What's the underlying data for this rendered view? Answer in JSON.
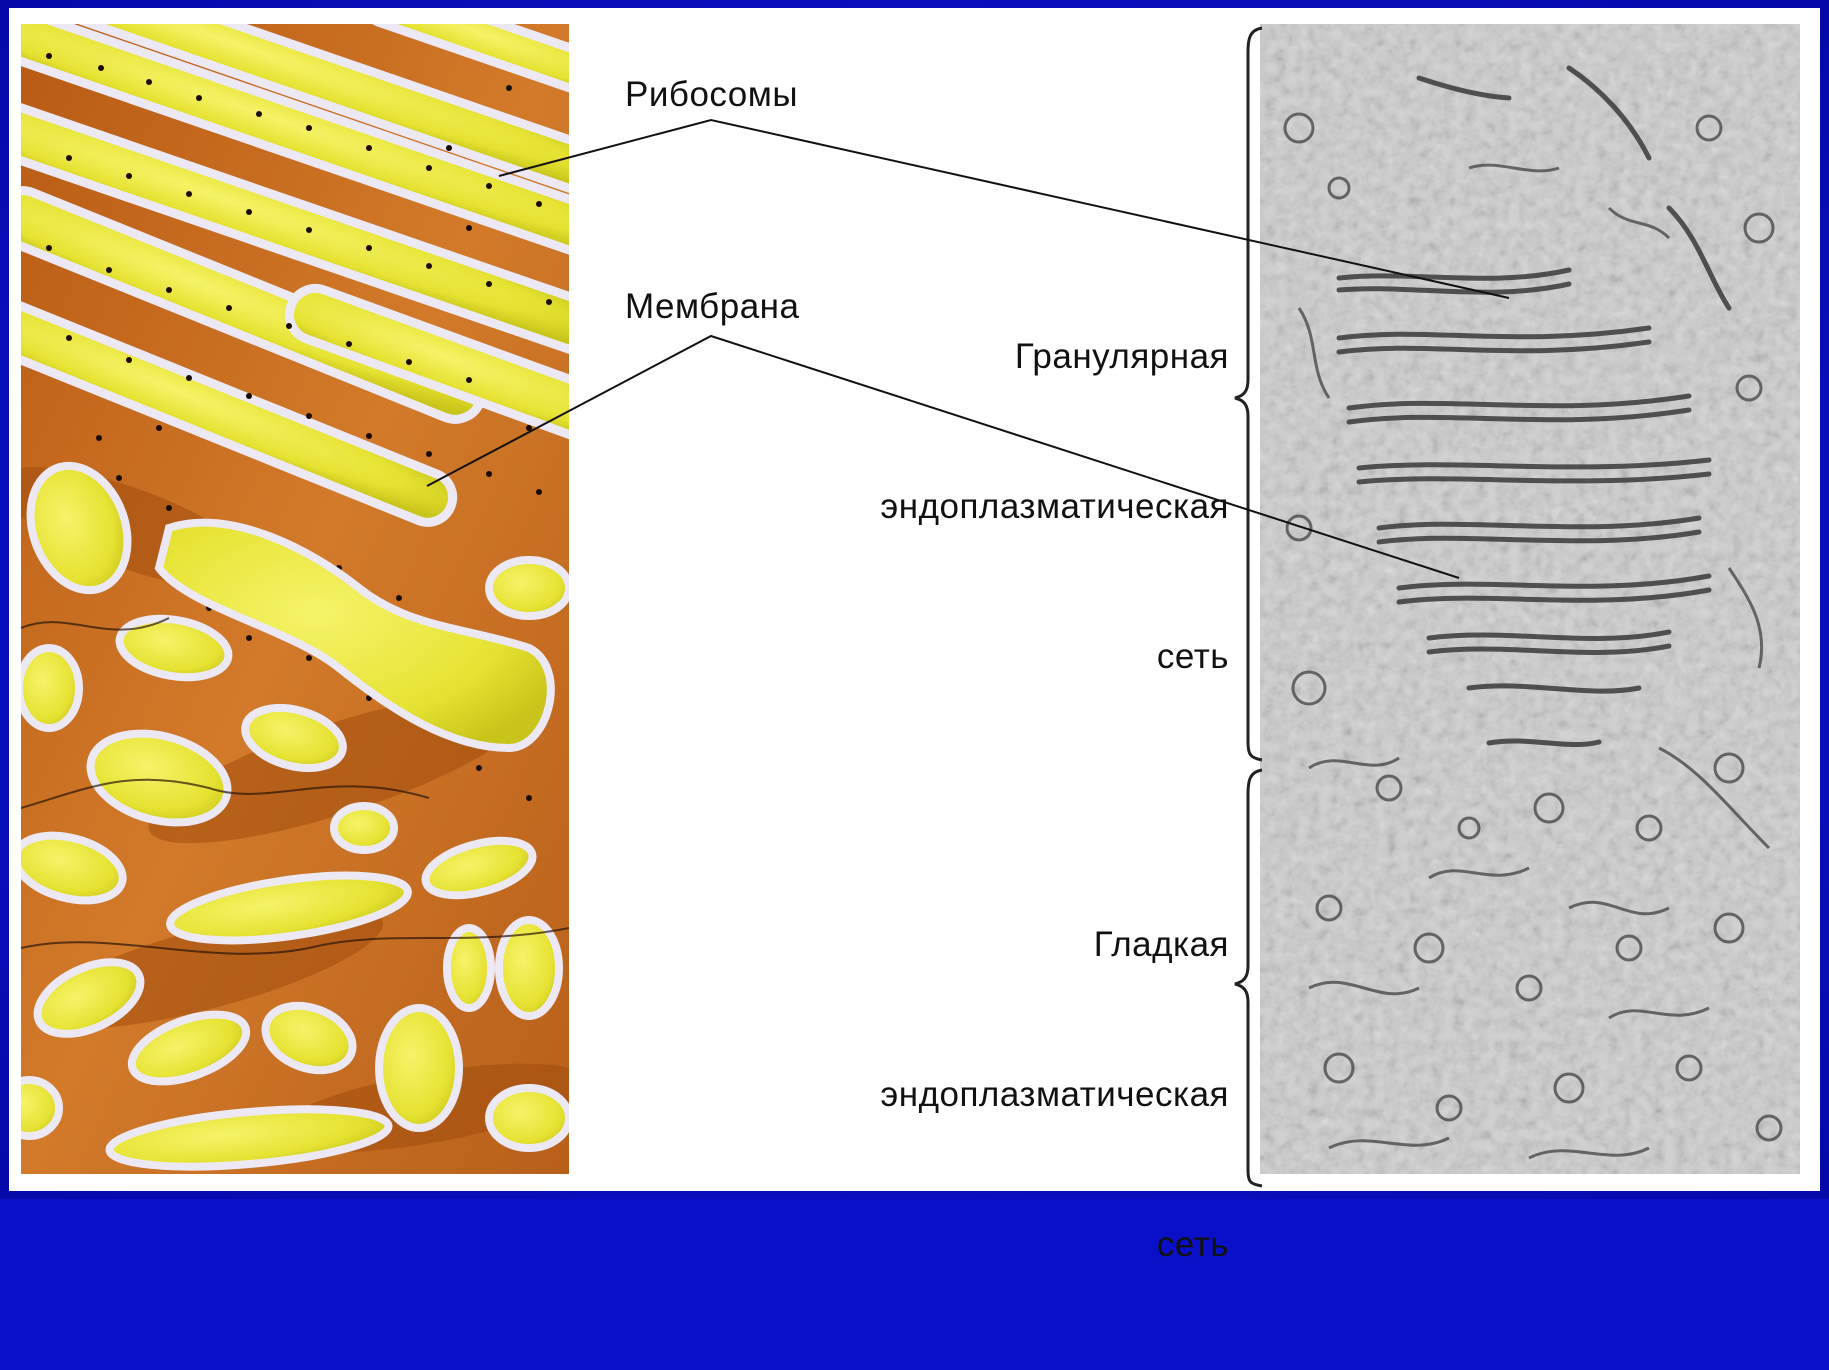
{
  "labels": {
    "ribosomes": "Рибосомы",
    "membrane": "Мембрана",
    "granular_er": [
      "Гранулярная",
      "эндоплазматическая",
      "сеть"
    ],
    "smooth_er": [
      "Гладкая",
      "эндоплазматическая",
      "сеть"
    ]
  },
  "colors": {
    "frame": "#0a10c8",
    "cytoplasm": "#c8681c",
    "cisterna": "#e8e43a",
    "membrane": "#e9e6f2",
    "micrograph": "#c9c9c9"
  }
}
